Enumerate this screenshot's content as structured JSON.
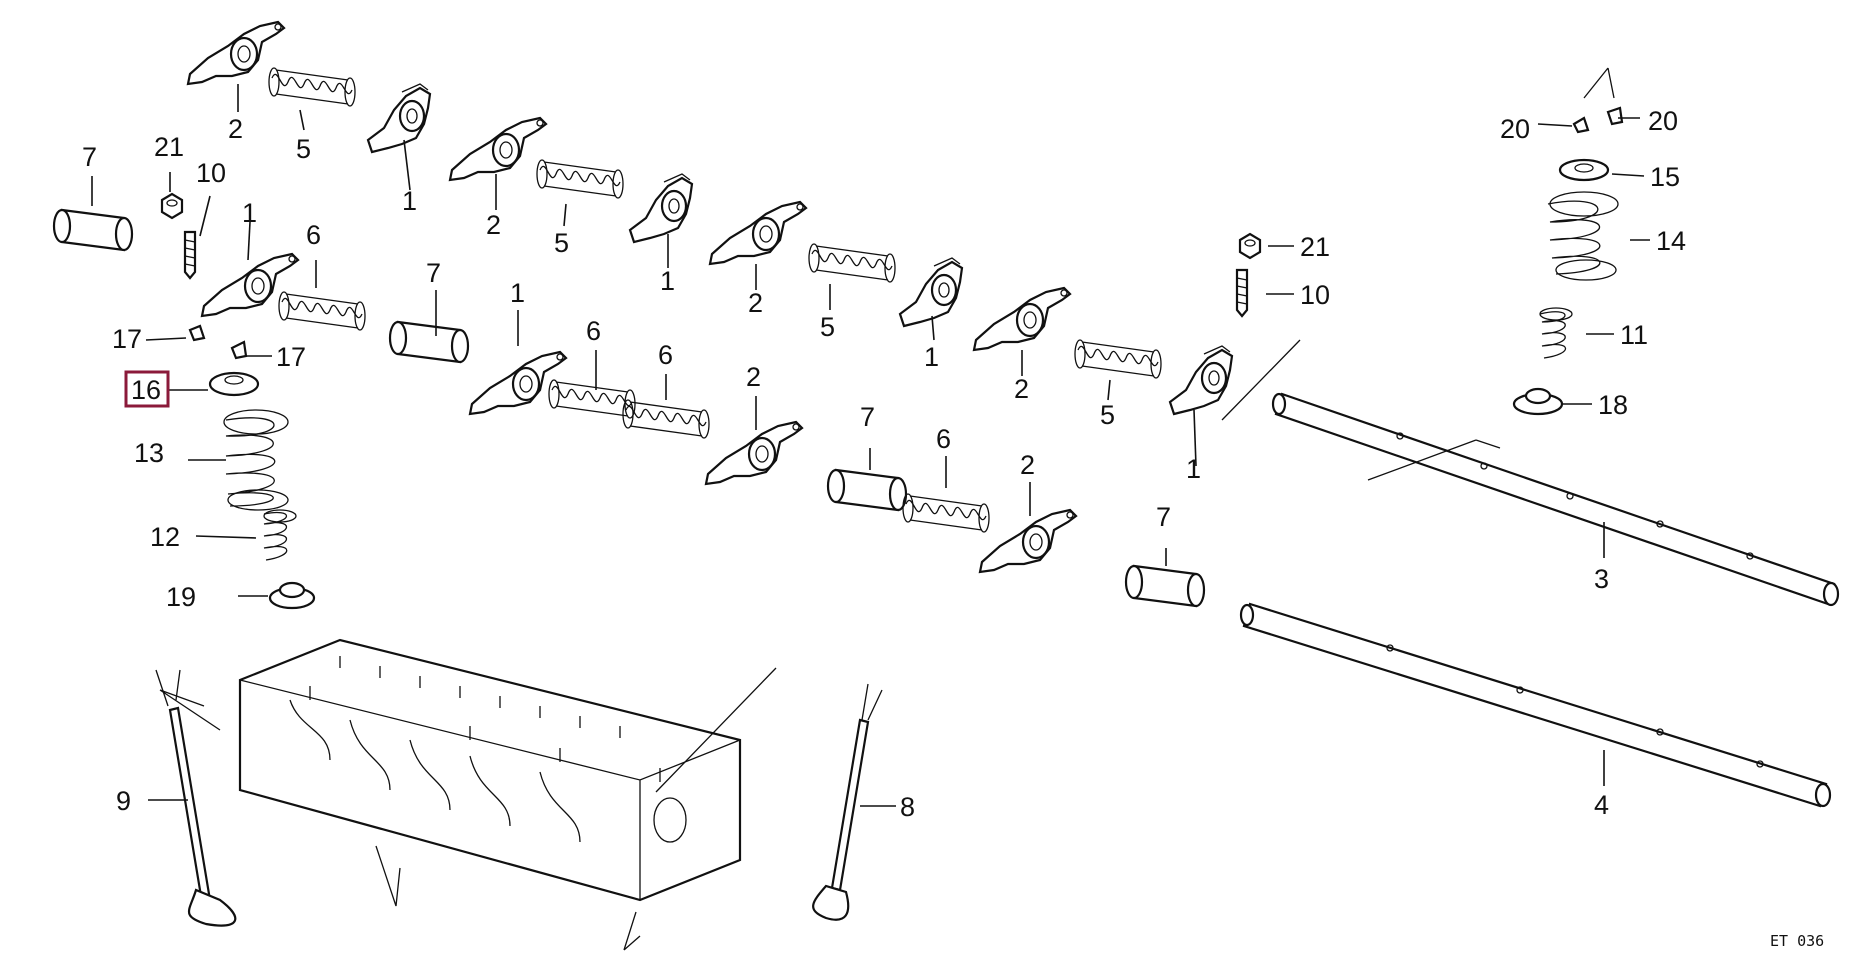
{
  "diagram": {
    "reference_code": "ET 036",
    "highlighted_part": "16",
    "callouts": [
      {
        "id": "c-2a",
        "text": "2"
      },
      {
        "id": "c-5a",
        "text": "5"
      },
      {
        "id": "c-1a",
        "text": "1"
      },
      {
        "id": "c-2b",
        "text": "2"
      },
      {
        "id": "c-5b",
        "text": "5"
      },
      {
        "id": "c-1b",
        "text": "1"
      },
      {
        "id": "c-2c",
        "text": "2"
      },
      {
        "id": "c-5c",
        "text": "5"
      },
      {
        "id": "c-1c",
        "text": "1"
      },
      {
        "id": "c-2d",
        "text": "2"
      },
      {
        "id": "c-5d",
        "text": "5"
      },
      {
        "id": "c-1d",
        "text": "1"
      },
      {
        "id": "c-7a",
        "text": "7"
      },
      {
        "id": "c-21a",
        "text": "21"
      },
      {
        "id": "c-10a",
        "text": "10"
      },
      {
        "id": "c-1e",
        "text": "1"
      },
      {
        "id": "c-6a",
        "text": "6"
      },
      {
        "id": "c-17a",
        "text": "17"
      },
      {
        "id": "c-17b",
        "text": "17"
      },
      {
        "id": "c-16",
        "text": "16"
      },
      {
        "id": "c-13",
        "text": "13"
      },
      {
        "id": "c-12",
        "text": "12"
      },
      {
        "id": "c-19",
        "text": "19"
      },
      {
        "id": "c-7b",
        "text": "7"
      },
      {
        "id": "c-1f",
        "text": "1"
      },
      {
        "id": "c-6b",
        "text": "6"
      },
      {
        "id": "c-6c",
        "text": "6"
      },
      {
        "id": "c-2e",
        "text": "2"
      },
      {
        "id": "c-7c",
        "text": "7"
      },
      {
        "id": "c-6d",
        "text": "6"
      },
      {
        "id": "c-2f",
        "text": "2"
      },
      {
        "id": "c-7d",
        "text": "7"
      },
      {
        "id": "c-21b",
        "text": "21"
      },
      {
        "id": "c-10b",
        "text": "10"
      },
      {
        "id": "c-20a",
        "text": "20"
      },
      {
        "id": "c-20b",
        "text": "20"
      },
      {
        "id": "c-15",
        "text": "15"
      },
      {
        "id": "c-14",
        "text": "14"
      },
      {
        "id": "c-11",
        "text": "11"
      },
      {
        "id": "c-18",
        "text": "18"
      },
      {
        "id": "c-3",
        "text": "3"
      },
      {
        "id": "c-4",
        "text": "4"
      },
      {
        "id": "c-9",
        "text": "9"
      },
      {
        "id": "c-8",
        "text": "8"
      }
    ]
  }
}
